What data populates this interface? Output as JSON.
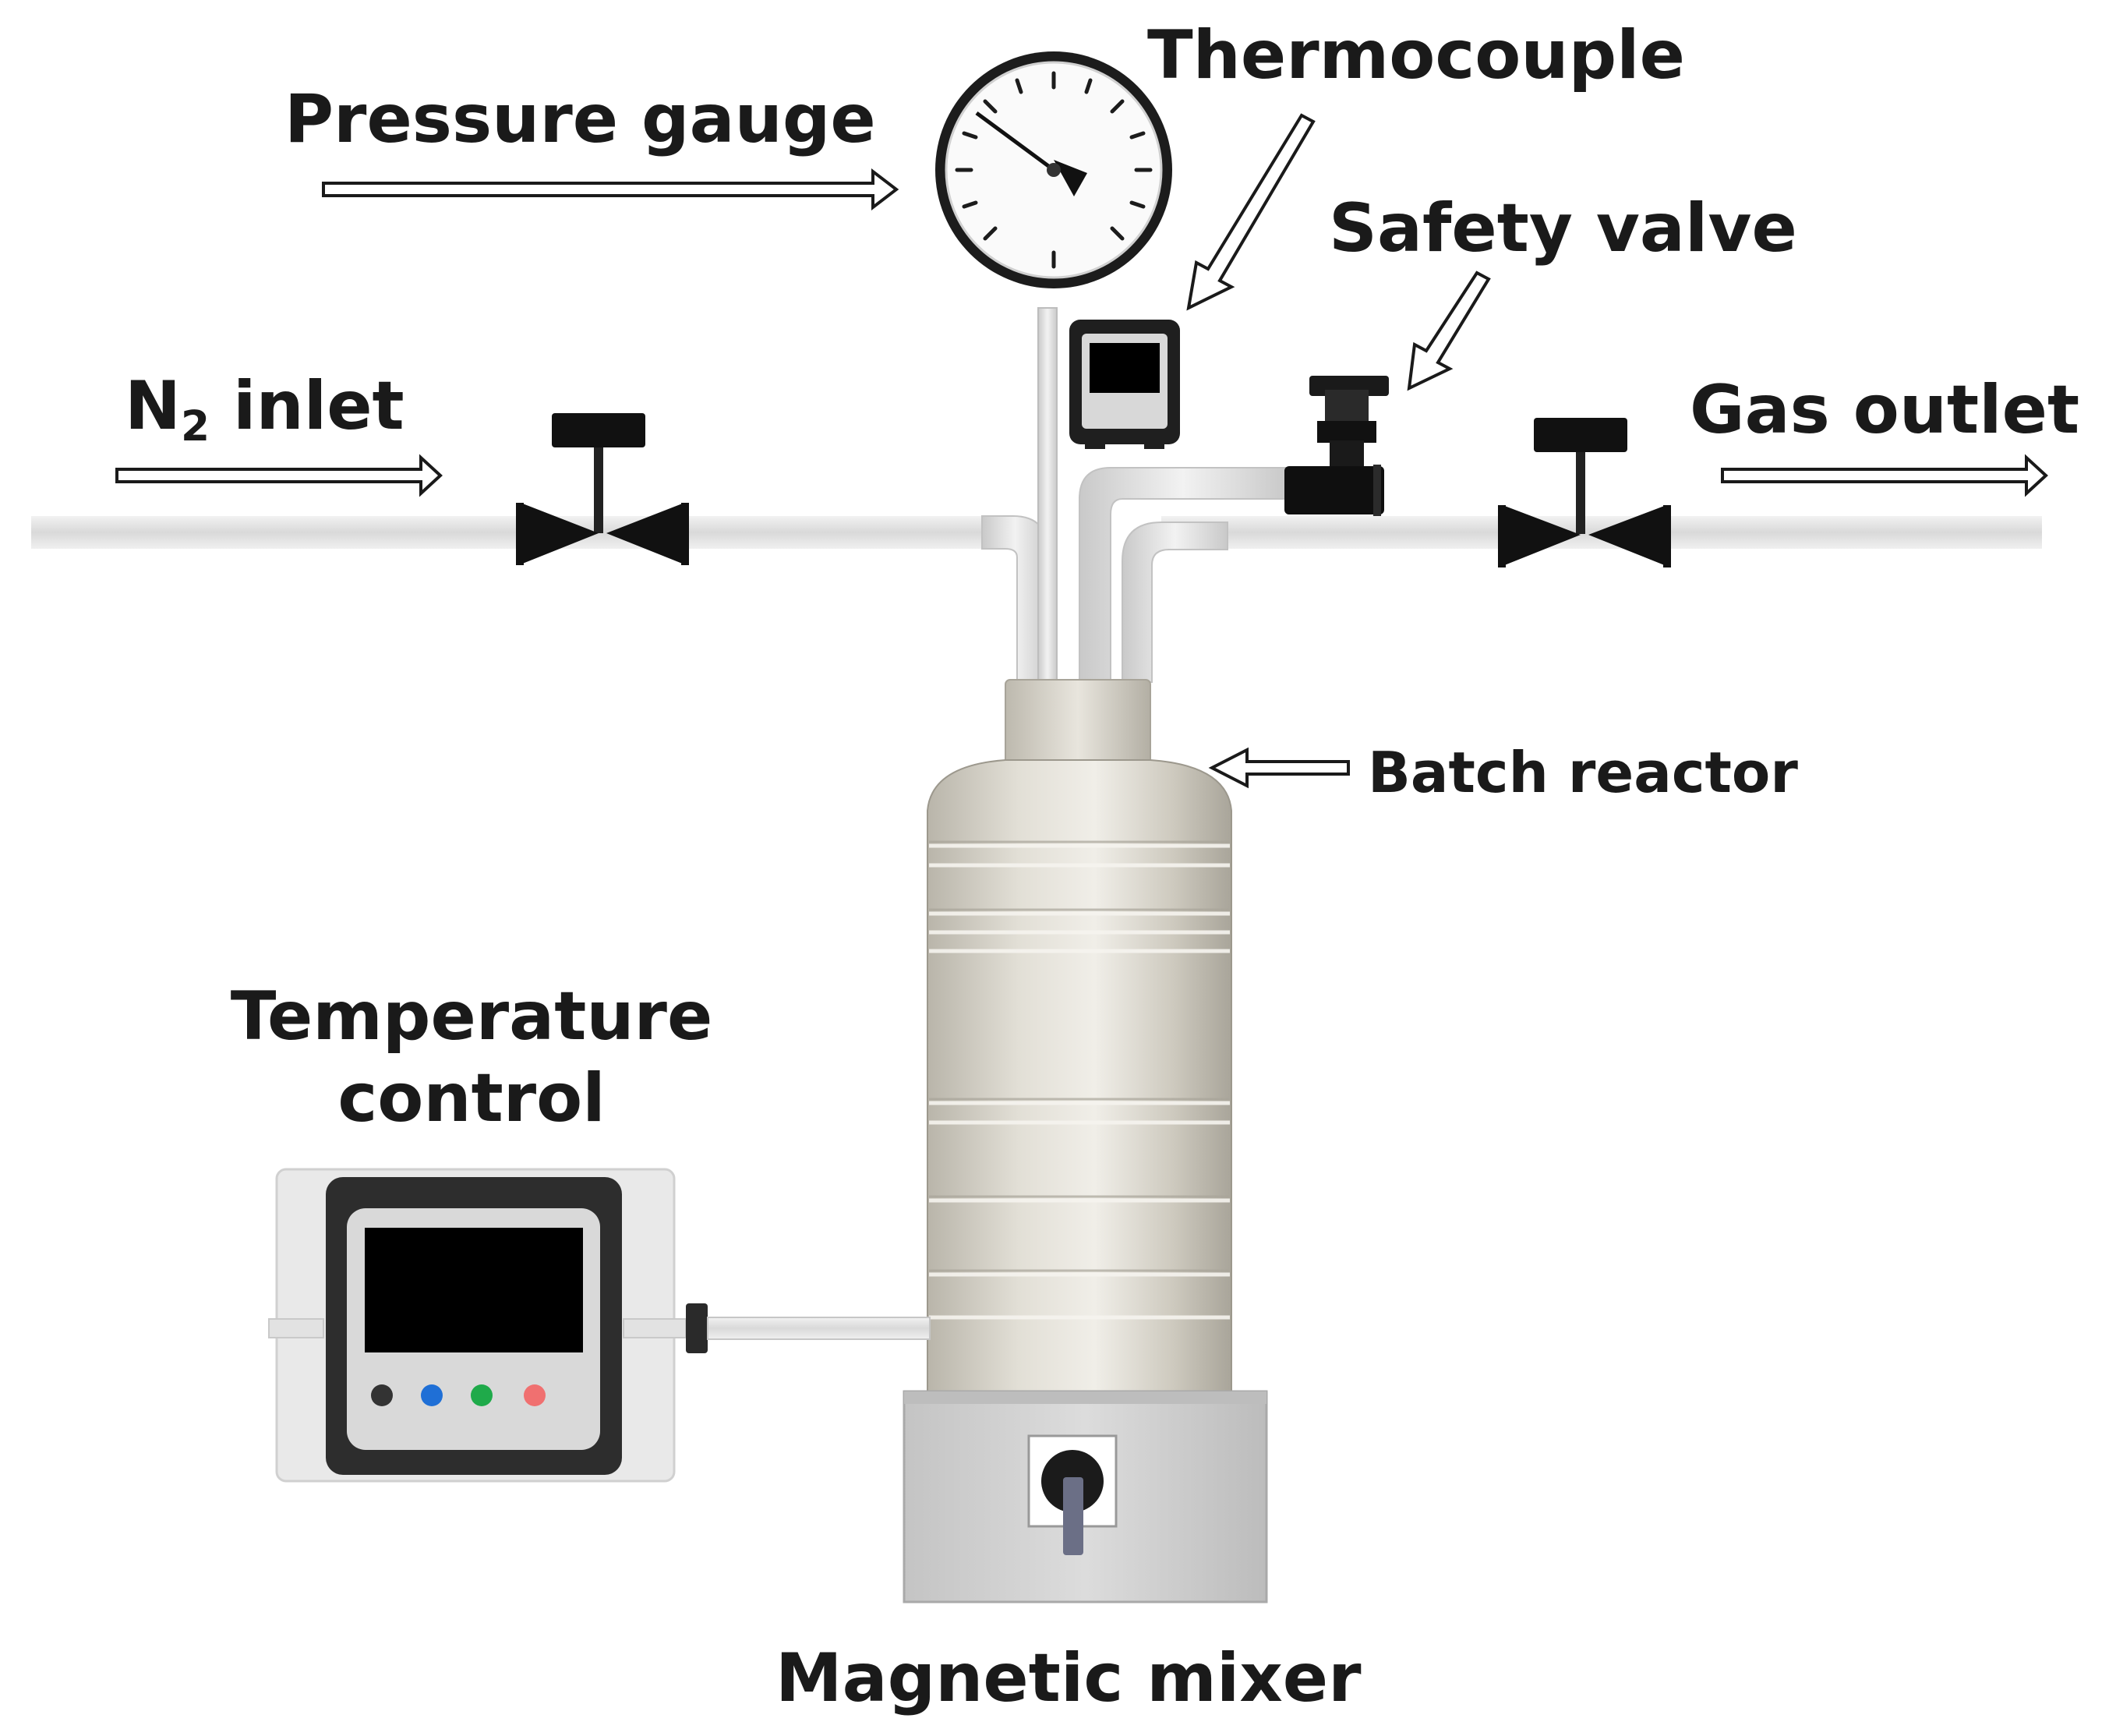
{
  "labels": {
    "pressure_gauge": "Pressure gauge",
    "thermocouple": "Thermocouple",
    "safety_valve": "Safety valve",
    "n2_inlet_main": "N",
    "n2_inlet_sub": "2",
    "n2_inlet_rest": " inlet",
    "gas_outlet": "Gas outlet",
    "batch_reactor": "Batch reactor",
    "temperature_control_line1": "Temperature",
    "temperature_control_line2": "control",
    "magnetic_mixer": "Magnetic mixer"
  },
  "colors": {
    "pipe": "#e4e4e4",
    "pipe_edge": "#c8c8c8",
    "valve": "#111111",
    "reactor_body": "#cfcbbf",
    "reactor_highlight": "#ebe8df",
    "mixer_body": "#d4d4d4",
    "controller_frame": "#2d2d2d",
    "screen": "#000000",
    "button_colors": [
      "#333333",
      "#1f6fd6",
      "#1faa4a",
      "#f07070"
    ]
  }
}
